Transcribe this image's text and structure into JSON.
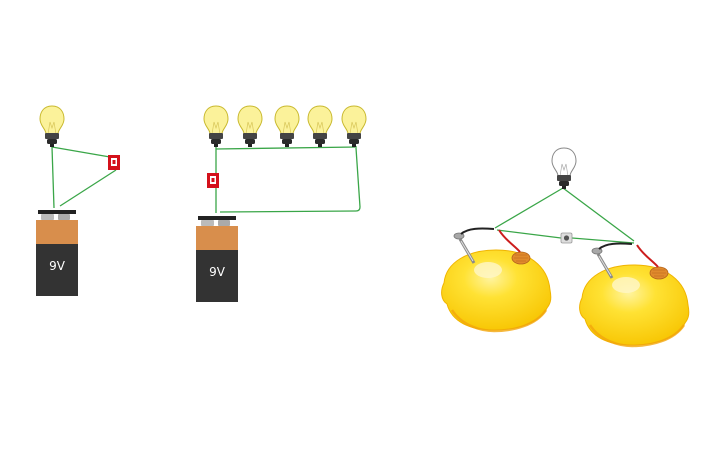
{
  "circuits": [
    {
      "id": "circuit-1",
      "bulbs": 1,
      "switches": 1,
      "battery": {
        "label": "9V"
      }
    },
    {
      "id": "circuit-2",
      "bulbs": 5,
      "switches": 1,
      "battery": {
        "label": "9V"
      }
    },
    {
      "id": "circuit-3",
      "bulbs": 1,
      "switches": 1,
      "lemon_cells": 2
    }
  ],
  "colors": {
    "wire": "#3aa648",
    "bulb_lit": "#fbf29a",
    "bulb_off": "#ffffff",
    "battery_top": "#d88e4c",
    "battery_body": "#333333",
    "switch": "#d4111b",
    "lemon": "#ffd611",
    "lead_red": "#cc1d1d"
  }
}
